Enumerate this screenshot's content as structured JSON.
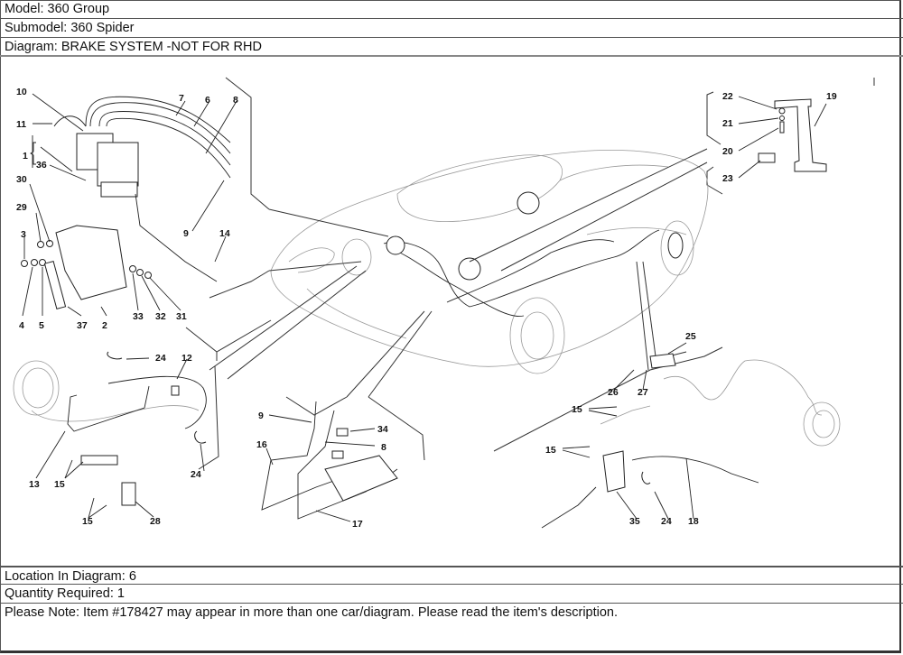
{
  "header": {
    "model": "Model: 360 Group",
    "submodel": "Submodel: 360 Spider",
    "diagram": "Diagram: BRAKE SYSTEM -NOT FOR RHD"
  },
  "footer": {
    "location": "Location In Diagram: 6",
    "quantity": "Quantity Required: 1",
    "note": "Please Note: Item #178427 may appear in more than one car/diagram. Please read the item's description."
  },
  "diagram": {
    "title": "Brake system exploded parts diagram",
    "callouts": {
      "top_left": [
        "10",
        "11",
        "1",
        "36",
        "7",
        "6",
        "8",
        "30",
        "29",
        "3",
        "4",
        "5",
        "37",
        "2",
        "33",
        "32",
        "31",
        "9",
        "14"
      ],
      "top_right": [
        "22",
        "21",
        "20",
        "23",
        "19"
      ],
      "bottom_left": [
        "24",
        "12",
        "13",
        "15",
        "15",
        "28",
        "24"
      ],
      "bottom_center": [
        "9",
        "16",
        "34",
        "8",
        "17"
      ],
      "bottom_right": [
        "25",
        "26",
        "27",
        "15",
        "15",
        "35",
        "24",
        "18"
      ]
    }
  }
}
